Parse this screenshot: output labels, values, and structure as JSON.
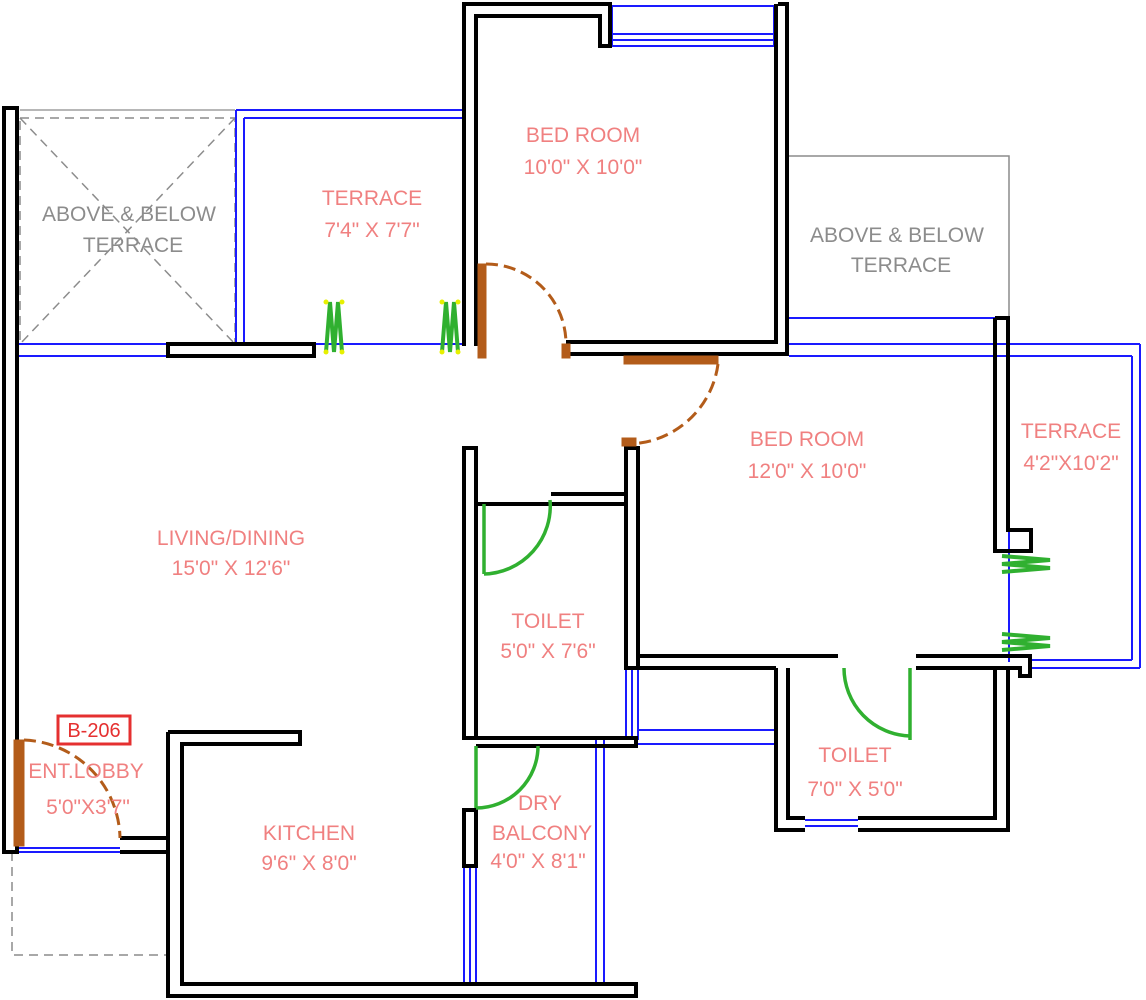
{
  "unit": "B-206",
  "rooms": {
    "bedroom_top": {
      "name": "BED ROOM",
      "size": "10'0\" X 10'0\""
    },
    "bedroom_right": {
      "name": "BED ROOM",
      "size": "12'0\" X 10'0\""
    },
    "terrace_top": {
      "name": "TERRACE",
      "size": "7'4\" X 7'7\""
    },
    "terrace_right": {
      "name": "TERRACE",
      "size": "4'2\"X10'2\""
    },
    "above_below_left": {
      "line1": "ABOVE & BELOW",
      "line2": "TERRACE"
    },
    "above_below_right": {
      "line1": "ABOVE & BELOW",
      "line2": "TERRACE"
    },
    "living": {
      "name": "LIVING/DINING",
      "size": "15'0\" X 12'6\""
    },
    "toilet_left": {
      "name": "TOILET",
      "size": "5'0\" X 7'6\""
    },
    "toilet_right": {
      "name": "TOILET",
      "size": "7'0\" X 5'0\""
    },
    "ent_lobby": {
      "name": "ENT.LOBBY",
      "size": "5'0\"X3'7\""
    },
    "kitchen": {
      "name": "KITCHEN",
      "size": "9'6\" X 8'0\""
    },
    "dry_balcony": {
      "line1": "DRY",
      "line2": "BALCONY",
      "size": "4'0\" X 8'1\""
    }
  },
  "colors": {
    "wall": "#000000",
    "window": "#1a1aff",
    "door_main": "#b35c1a",
    "door_toilet": "#30b030",
    "label": "#f08080",
    "hatch": "#8c8c8c",
    "unit_tag": "#e53030"
  }
}
